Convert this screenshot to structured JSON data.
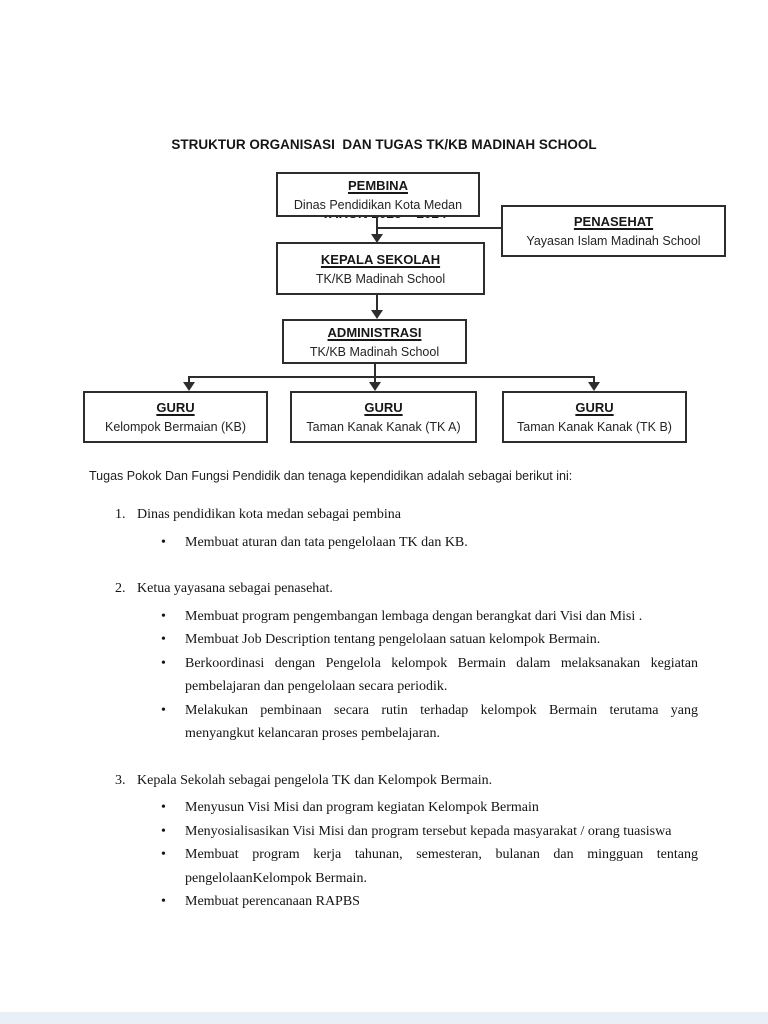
{
  "title": {
    "line1": "STRUKTUR ORGANISASI  DAN TUGAS TK/KB MADINAH SCHOOL",
    "line2": "TAHUN 2023 – 2024"
  },
  "org_chart": {
    "pembina": {
      "title": "PEMBINA",
      "subtitle": "Dinas Pendidikan Kota Medan"
    },
    "penasehat": {
      "title": "PENASEHAT",
      "subtitle": "Yayasan Islam Madinah School"
    },
    "kepala_sekolah": {
      "title": "KEPALA SEKOLAH",
      "subtitle": "TK/KB Madinah School"
    },
    "administrasi": {
      "title": "ADMINISTRASI",
      "subtitle": "TK/KB Madinah School"
    },
    "guru_kb": {
      "title": "GURU",
      "subtitle": "Kelompok Bermaian (KB)"
    },
    "guru_tka": {
      "title": "GURU",
      "subtitle": "Taman Kanak Kanak (TK A)"
    },
    "guru_tkb": {
      "title": "GURU",
      "subtitle": "Taman Kanak Kanak (TK B)"
    }
  },
  "body": {
    "intro": "Tugas Pokok Dan Fungsi Pendidik dan tenaga kependidikan adalah sebagai berikut ini:",
    "sections": [
      {
        "number": "1.",
        "heading": "Dinas pendidikan kota medan sebagai pembina",
        "bullets": [
          "Membuat aturan dan tata pengelolaan TK dan KB."
        ]
      },
      {
        "number": "2.",
        "heading": "Ketua yayasana sebagai penasehat.",
        "bullets": [
          "Membuat program pengembangan lembaga dengan berangkat dari Visi dan Misi .",
          "Membuat Job Description tentang pengelolaan satuan kelompok Bermain.",
          "Berkoordinasi dengan Pengelola kelompok Bermain dalam melaksanakan kegiatan pembelajaran dan pengelolaan secara periodik.",
          "Melakukan pembinaan secara rutin terhadap kelompok Bermain terutama yang menyangkut kelancaran proses pembelajaran."
        ]
      },
      {
        "number": "3.",
        "heading": "Kepala Sekolah sebagai pengelola TK dan Kelompok Bermain.",
        "bullets": [
          "Menyusun Visi Misi dan program kegiatan Kelompok Bermain",
          "Menyosialisasikan Visi Misi dan program tersebut kepada masyarakat / orang tuasiswa",
          "Membuat program kerja tahunan, semesteran, bulanan dan mingguan tentang pengelolaanKelompok Bermain.",
          "Membuat perencanaan RAPBS"
        ]
      }
    ]
  },
  "colors": {
    "box_border": "#2d2d2d",
    "text": "#1a1a1a",
    "page_background": "#ffffff",
    "next_page_gap": "#e9eff6"
  }
}
